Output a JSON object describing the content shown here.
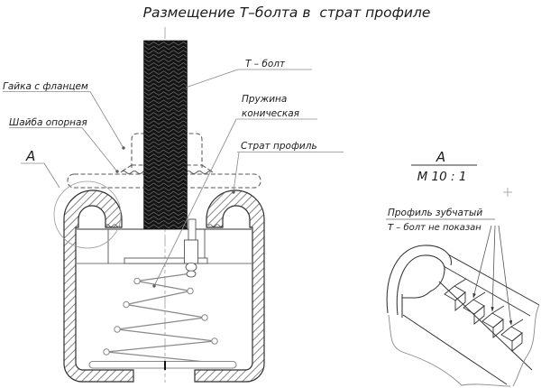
{
  "title": "Размещение Т–болта в  страт профиле",
  "main_view": {
    "labels": {
      "nut": "Гайка с фланцем",
      "washer": "Шайба опорная",
      "detail_marker": "А",
      "bolt": "Т – болт",
      "spring_line1": "Пружина",
      "spring_line2": "коническая",
      "profile": "Страт профиль"
    }
  },
  "detail_view": {
    "label": "А",
    "scale": "М 10 : 1",
    "note_line1": "Профиль зубчатый",
    "note_line2": "Т – болт не показан"
  },
  "colors": {
    "background": "#ffffff",
    "line": "#2f2f2f",
    "hatch": "#4f4f4f",
    "hidden_dashed": "#5a5a5a",
    "spring": "#8a8a8a",
    "leader": "#8c8c8c",
    "bolt_dark": "#141414",
    "bolt_highlight": "#676767",
    "text": "#1b1b1b"
  }
}
